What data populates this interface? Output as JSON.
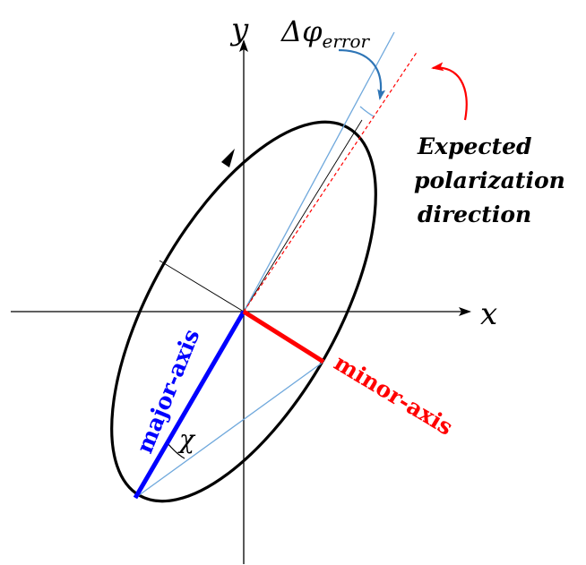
{
  "axes": {
    "x_label": "x",
    "y_label": "y"
  },
  "labels": {
    "delta_phi_symbol": "Δφ",
    "delta_phi_subscript": "error",
    "expected_line1": "Expected",
    "expected_line2": "polarization",
    "expected_line3": "direction",
    "major_axis": "major-axis",
    "minor_axis": "minor-axis",
    "chi": "χ"
  },
  "colors": {
    "axes": "#000000",
    "ellipse": "#000000",
    "major_axis": "#0000ff",
    "minor_axis": "#ff0000",
    "light_blue": "#6fa8dc",
    "expected_line": "#ff0000",
    "annotation_arrow": "#2e75b6"
  }
}
